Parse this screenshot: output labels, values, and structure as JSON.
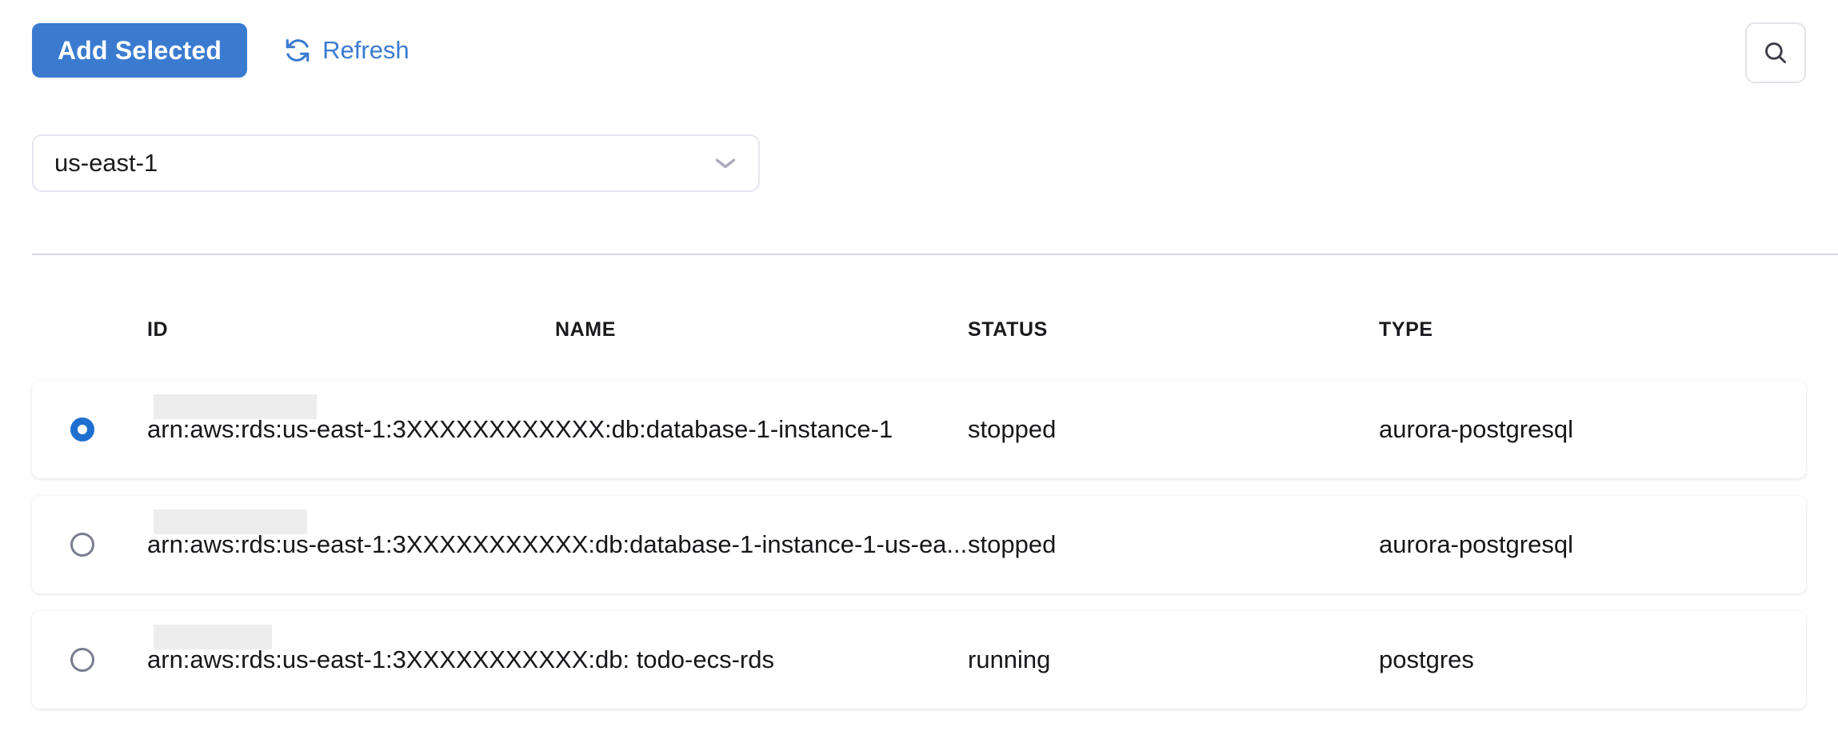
{
  "toolbar": {
    "add_selected_label": "Add Selected",
    "refresh_label": "Refresh",
    "refresh_icon": "refresh-icon",
    "search_icon": "search-icon",
    "primary_color": "#3a7bd0",
    "link_color": "#3a7bd0"
  },
  "region_select": {
    "value": "us-east-1",
    "chevron_icon": "chevron-down-icon"
  },
  "table": {
    "columns": [
      "ID",
      "NAME",
      "STATUS",
      "TYPE"
    ],
    "rows": [
      {
        "selected": true,
        "id_prefix": "arn:aws:rds:us-east-1:3",
        "id_redacted": "XXXXXXXXXXXX:db:data",
        "id_suffix": "base-1-instance-1",
        "status": "stopped",
        "type": "aurora-postgresql"
      },
      {
        "selected": false,
        "id_prefix": "arn:aws:rds:us-east-1:3",
        "id_redacted": "XXXXXXXXXXX:db:data",
        "id_suffix": "base-1-instance-1-us-ea...",
        "status": "stopped",
        "type": "aurora-postgresql"
      },
      {
        "selected": false,
        "id_prefix": "arn:aws:rds:us-east-1:3",
        "id_redacted": "XXXXXXXXXXX:db:",
        "id_suffix": " todo-ecs-rds",
        "status": "running",
        "type": "postgres"
      }
    ]
  }
}
